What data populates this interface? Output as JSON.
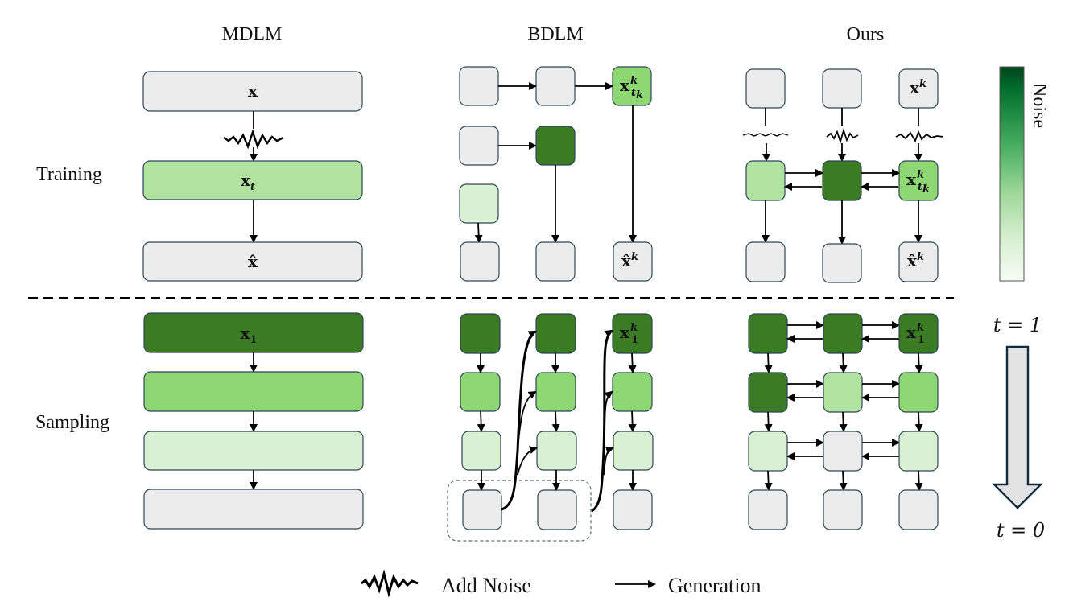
{
  "palette": {
    "clean": "#ececec",
    "very_light": "#d9f0d3",
    "light": "#b1e3a0",
    "medium": "#8ed874",
    "dark": "#3a7b24",
    "border": "#2f4656"
  },
  "columns": [
    {
      "id": "mdlm",
      "title": "MDLM"
    },
    {
      "id": "bdlm",
      "title": "BDLM"
    },
    {
      "id": "ours",
      "title": "Ours"
    }
  ],
  "rows": [
    {
      "id": "training",
      "title": "Training"
    },
    {
      "id": "sampling",
      "title": "Sampling"
    }
  ],
  "labels": {
    "x": "x",
    "x_t": "x",
    "x_t_sub": "t",
    "x_hat": "x̂",
    "x1": "x",
    "x1_sub": "1",
    "xk": "x",
    "xk_sup": "k",
    "xtk_sub": "t",
    "xtk_subsub": "k",
    "xhatk": "x̂",
    "x1k_sub": "1"
  },
  "colorbar": {
    "label": "Noise",
    "gradient_top": "#00441b",
    "gradient_mid": "#41ab5d",
    "gradient_bottom": "#f7fcf5"
  },
  "time_arrow": {
    "start_label": "t = 1",
    "end_label": "t = 0"
  },
  "legend": [
    {
      "icon": "zigzag-noise-icon",
      "label": "Add Noise"
    },
    {
      "icon": "arrow-right-icon",
      "label": "Generation"
    }
  ],
  "training": {
    "mdlm": [
      "clean",
      "light",
      "clean"
    ],
    "bdlm_grid": [
      [
        "clean",
        "clean",
        "medium"
      ],
      [
        "clean",
        "dark",
        null
      ],
      [
        "very_light",
        null,
        null
      ],
      [
        "clean",
        "clean",
        "clean"
      ]
    ],
    "ours_top": [
      "clean",
      "clean",
      "clean"
    ],
    "ours_mid": [
      "light",
      "dark",
      "medium"
    ],
    "ours_bot": [
      "clean",
      "clean",
      "clean"
    ]
  },
  "sampling": {
    "mdlm": [
      "dark",
      "medium",
      "very_light",
      "clean"
    ],
    "bdlm_grid": [
      [
        "dark",
        "dark",
        "dark"
      ],
      [
        "medium",
        "medium",
        "medium"
      ],
      [
        "very_light",
        "very_light",
        "very_light"
      ],
      [
        "clean",
        "clean",
        "clean"
      ]
    ],
    "ours_grid": [
      [
        "dark",
        "dark",
        "dark"
      ],
      [
        "dark",
        "light",
        "medium"
      ],
      [
        "very_light",
        "clean",
        "very_light"
      ],
      [
        "clean",
        "clean",
        "clean"
      ]
    ]
  }
}
